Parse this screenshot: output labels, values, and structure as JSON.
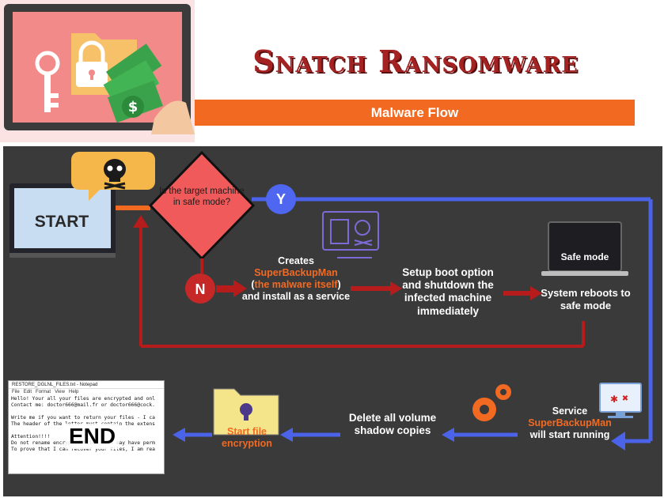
{
  "header": {
    "title": "Snatch Ransomware",
    "subtitle": "Malware Flow"
  },
  "flow": {
    "start_label": "START",
    "decision_text": "Is the target machine in safe mode?",
    "yes_label": "Y",
    "no_label": "N",
    "create_step": {
      "prefix": "Creates",
      "name": "SuperBackupMan",
      "open_paren": "(",
      "malware_note": "the malware itself",
      "suffix": ") and install as a service"
    },
    "setup_step": "Setup boot option and shutdown the infected machine immediately",
    "safe_mode_screen": "Safe mode",
    "reboot_step": "System reboots to safe mode",
    "service_step": {
      "prefix": "Service",
      "name": "SuperBackupMan",
      "suffix": "will start running"
    },
    "delete_step": "Delete all volume shadow copies",
    "encrypt_step": "Start file encryption",
    "end_label": "END"
  },
  "notepad": {
    "title": "RESTORE_DGLNL_FILES.txt - Notepad",
    "menu": [
      "File",
      "Edit",
      "Format",
      "View",
      "Help"
    ],
    "lines": [
      "Hello! Your all your files are encrypted and onl",
      "Contact me: doctor666@mail.fr or doctor666@cock.",
      "",
      "Write me if you want to return your files - I ca",
      "The header of the letter must contain the extens",
      "",
      "Attention!!!!",
      "Do not rename encrypted files. You may have perm",
      "To prove that I can recover your files, I am rea"
    ]
  },
  "colors": {
    "accent_orange": "#f26a22",
    "title_red": "#a52222",
    "decision_red": "#f05a5a",
    "yes_blue": "#4f66f0",
    "no_red": "#c62828",
    "arrow_blue": "#4a63e8",
    "arrow_red": "#b71c1c",
    "panel_bg": "#3a3a3a"
  }
}
